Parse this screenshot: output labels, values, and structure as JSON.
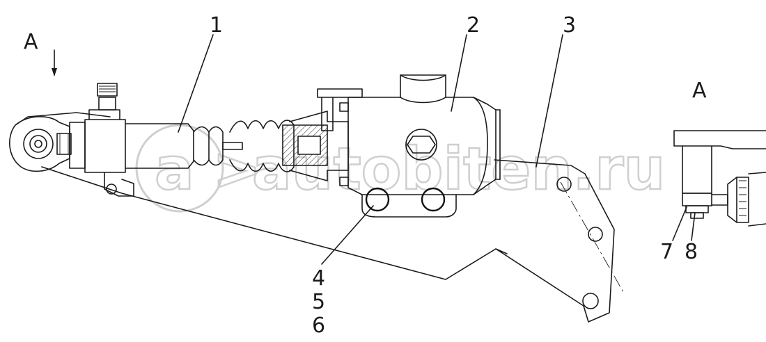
{
  "callouts": [
    "1",
    "2",
    "3",
    "4",
    "5",
    "6",
    "7",
    "8"
  ],
  "view_labels": {
    "view_arrow": "A",
    "view_detail": "A"
  },
  "watermark": "autobiten.ru",
  "colors": {
    "line": "#1a1a1a",
    "watermark": "#cfcfcf",
    "background": "#ffffff"
  }
}
